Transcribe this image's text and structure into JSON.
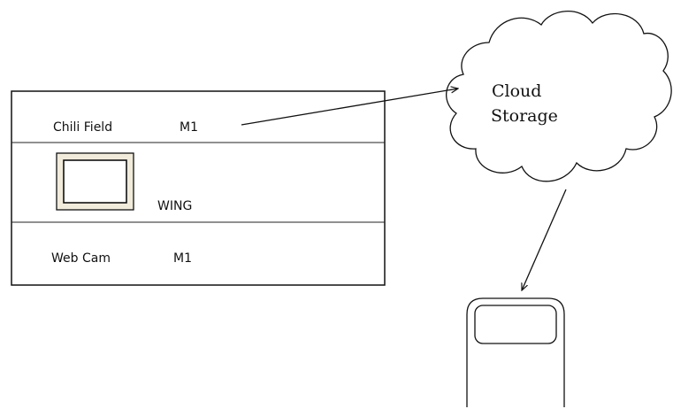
{
  "field_box": {
    "row1_label": "Chili Field",
    "row1_value": "M1",
    "row2_label": "WING",
    "row3_label": "Web Cam",
    "row3_value": "M1"
  },
  "cloud": {
    "line1": "Cloud",
    "line2": "Storage"
  },
  "colors": {
    "stroke": "#111111",
    "frame_fill": "#f1ebdc"
  }
}
